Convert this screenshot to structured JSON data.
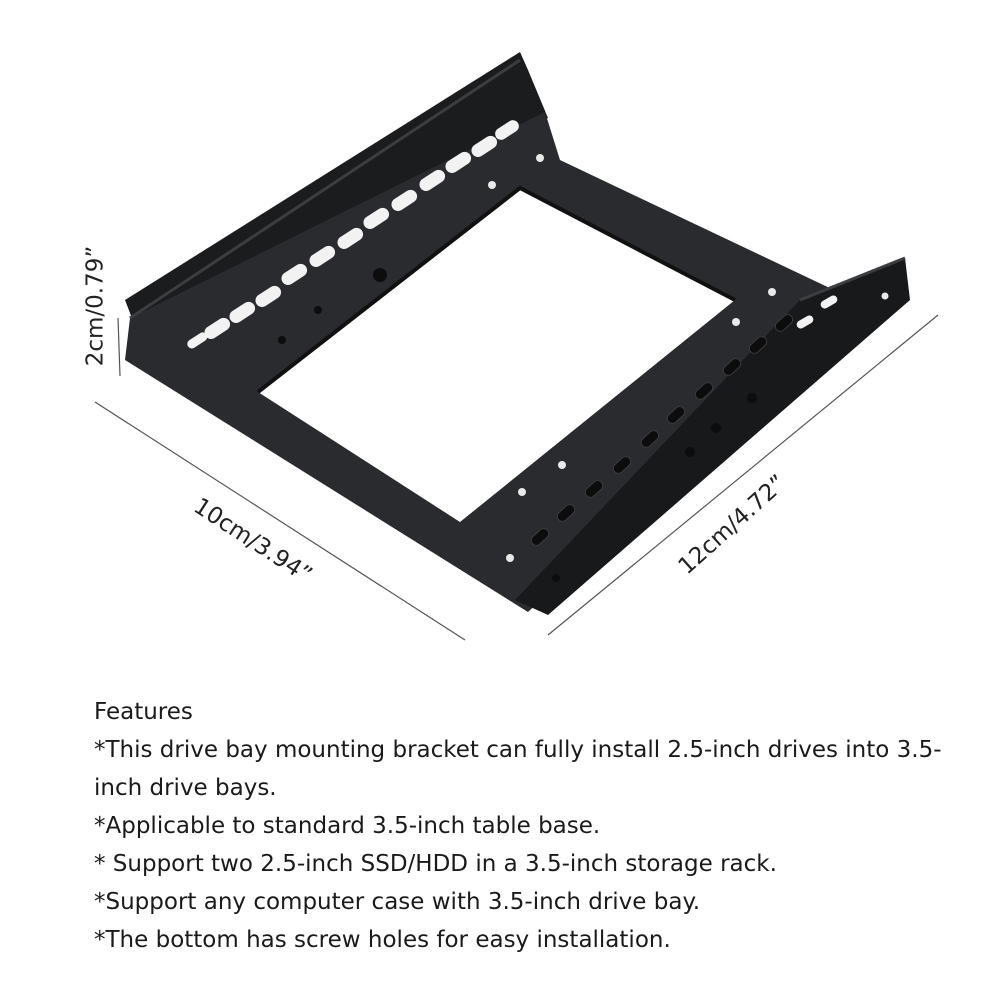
{
  "dimensions": {
    "height": "2cm/0.79”",
    "width": "10cm/3.94”",
    "length": "12cm/4.72”"
  },
  "features": {
    "title": "Features",
    "items": [
      "*This drive bay mounting bracket can fully install 2.5-inch drives into 3.5-inch drive bays.",
      "*Applicable to standard 3.5-inch table base.",
      "* Support two 2.5-inch SSD/HDD in a 3.5-inch storage rack.",
      "*Support any computer case with 3.5-inch drive bay.",
      "*The bottom has screw holes for easy installation."
    ]
  },
  "colors": {
    "bracket": "#1e1f21",
    "background": "#ffffff",
    "text": "#1a1a1a"
  }
}
